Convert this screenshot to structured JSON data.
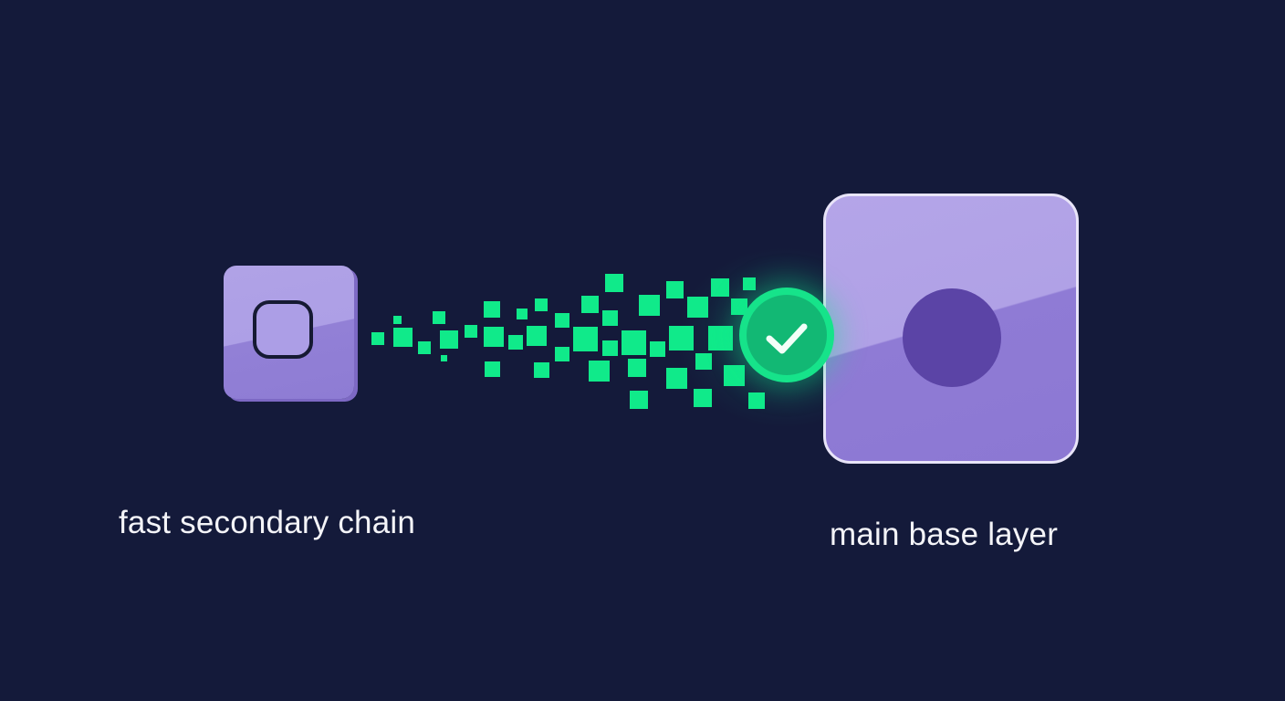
{
  "diagram": {
    "background_color": "#141a3a",
    "accent_green": "#10ea8a",
    "left_node": {
      "label": "fast secondary chain",
      "icon": "rounded-square-icon",
      "color": "#ad9fe6"
    },
    "right_node": {
      "label": "main base layer",
      "icon": "circle-core-icon",
      "color": "#b0a1e6",
      "core_color": "#5b44a6"
    },
    "verification_badge": {
      "icon": "checkmark-icon",
      "color": "#12b874"
    },
    "data_blocks": [
      [
        407,
        364,
        14
      ],
      [
        431,
        346,
        9
      ],
      [
        431,
        359,
        21
      ],
      [
        458,
        374,
        14
      ],
      [
        474,
        341,
        14
      ],
      [
        482,
        362,
        20
      ],
      [
        483,
        389,
        7
      ],
      [
        509,
        356,
        14
      ],
      [
        530,
        330,
        18
      ],
      [
        530,
        358,
        22
      ],
      [
        557,
        367,
        16
      ],
      [
        531,
        396,
        17
      ],
      [
        566,
        338,
        12
      ],
      [
        577,
        357,
        22
      ],
      [
        585,
        397,
        17
      ],
      [
        586,
        327,
        14
      ],
      [
        608,
        343,
        16
      ],
      [
        608,
        380,
        16
      ],
      [
        628,
        358,
        27
      ],
      [
        637,
        324,
        19
      ],
      [
        645,
        395,
        23
      ],
      [
        660,
        340,
        17
      ],
      [
        660,
        373,
        17
      ],
      [
        663,
        300,
        20
      ],
      [
        681,
        362,
        27
      ],
      [
        688,
        393,
        20
      ],
      [
        690,
        428,
        20
      ],
      [
        700,
        323,
        23
      ],
      [
        712,
        374,
        17
      ],
      [
        730,
        308,
        19
      ],
      [
        733,
        357,
        27
      ],
      [
        730,
        403,
        23
      ],
      [
        753,
        325,
        23
      ],
      [
        762,
        387,
        18
      ],
      [
        760,
        426,
        20
      ],
      [
        779,
        305,
        20
      ],
      [
        776,
        357,
        27
      ],
      [
        793,
        400,
        23
      ],
      [
        801,
        327,
        18
      ],
      [
        814,
        304,
        14
      ],
      [
        820,
        430,
        18
      ]
    ]
  }
}
